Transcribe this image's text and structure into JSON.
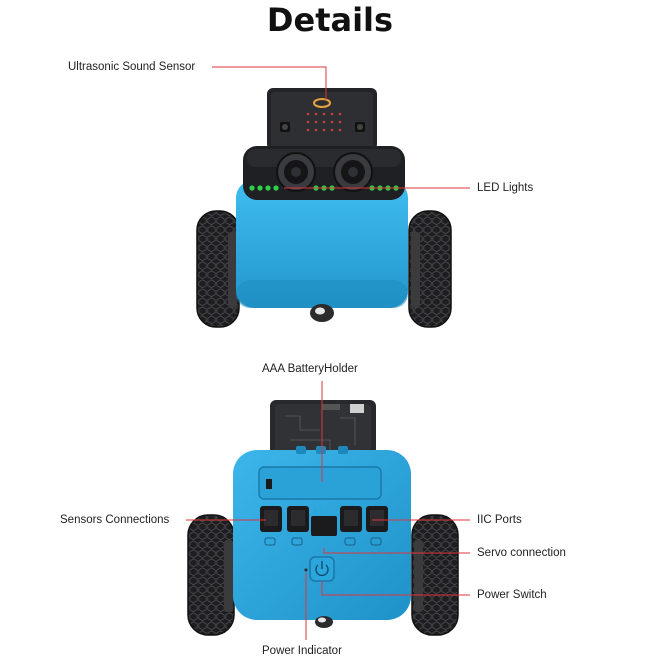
{
  "title": "Details",
  "colors": {
    "body": "#2ba6dc",
    "body_dark": "#1c86b8",
    "callout_line": "#e0343c",
    "led": "#2fd04a",
    "board": "#202124"
  },
  "front_view": {
    "labels": {
      "ultrasonic": "Ultrasonic Sound Sensor",
      "led": "LED Lights"
    }
  },
  "back_view": {
    "labels": {
      "battery": "AAA BatteryHolder",
      "sensors": "Sensors Connections",
      "iic": "IIC Ports",
      "servo": "Servo connection",
      "power_switch": "Power Switch",
      "power_indicator": "Power Indicator"
    }
  },
  "icons": [
    "microbit-board-icon",
    "ultrasonic-sensor-icon",
    "wheel-icon",
    "power-button-icon"
  ]
}
